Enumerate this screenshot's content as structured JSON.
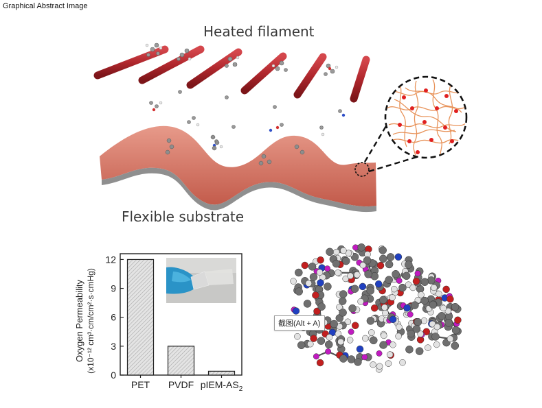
{
  "page_label": "Graphical Abstract Image",
  "schematic": {
    "top_caption": "Heated filament",
    "bottom_caption": "Flexible substrate",
    "colors": {
      "filament": "#b0272d",
      "substrate": "#cf6b5a",
      "substrate_edge": "#8a8a8a",
      "network": "#e8935a",
      "crosslink": "#e02020"
    }
  },
  "chart_data": {
    "type": "bar",
    "categories": [
      "PET",
      "PVDF",
      "pIEM-AS2"
    ],
    "values": [
      12,
      3,
      0.4
    ],
    "ylabel_line1": "Oxygen Permeability",
    "ylabel_line2": "(x10⁻¹² cm³·cm/cm²·s·cmHg)",
    "yticks": [
      "0",
      "3",
      "6",
      "9",
      "12"
    ],
    "ylim": [
      0,
      12.6
    ],
    "grid": false,
    "bar_fill": "hatched gray"
  },
  "tooltip": {
    "text": "截图(Alt + A)"
  }
}
